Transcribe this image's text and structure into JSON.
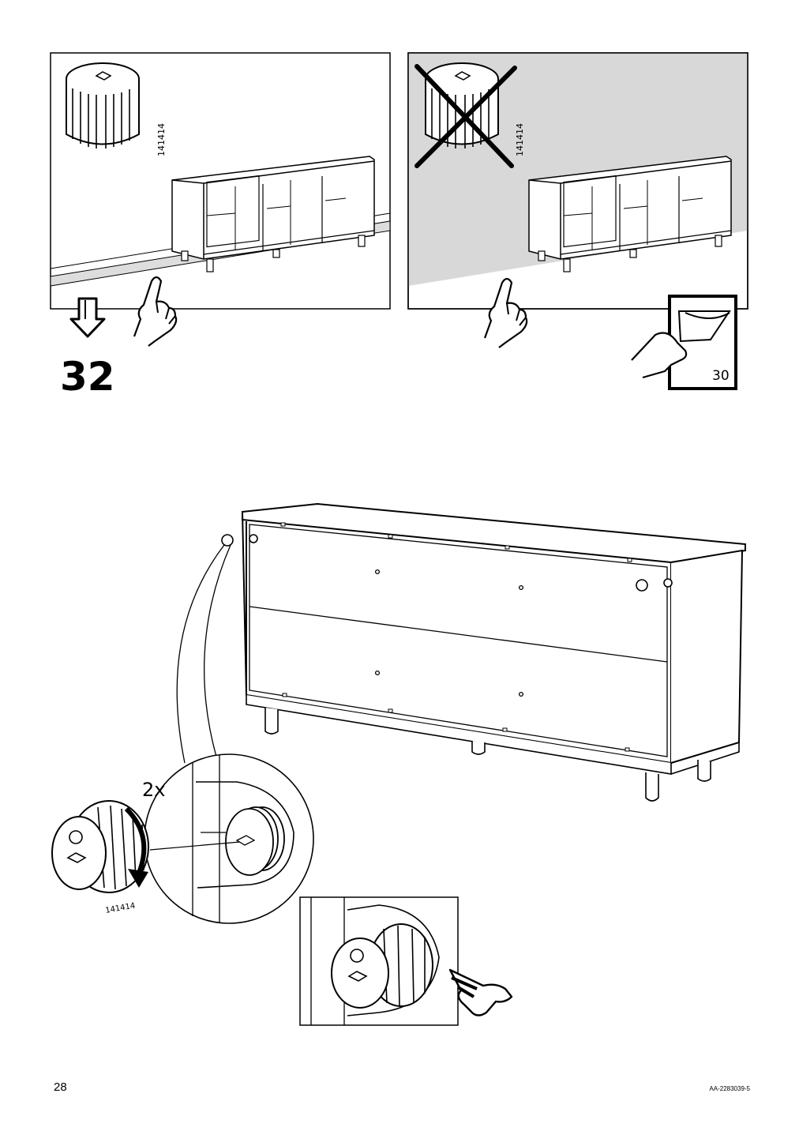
{
  "step": {
    "number": "32",
    "quantity": "2x"
  },
  "part": {
    "article_number": "141414"
  },
  "page_reference": {
    "page": "30"
  },
  "footer": {
    "page_number": "28",
    "document_code": "AA-2283039-5"
  },
  "panels": [
    {
      "name": "correct-placement",
      "wall_shaded": false
    },
    {
      "name": "incorrect-placement",
      "wall_shaded": true,
      "crossed_out": true
    }
  ]
}
